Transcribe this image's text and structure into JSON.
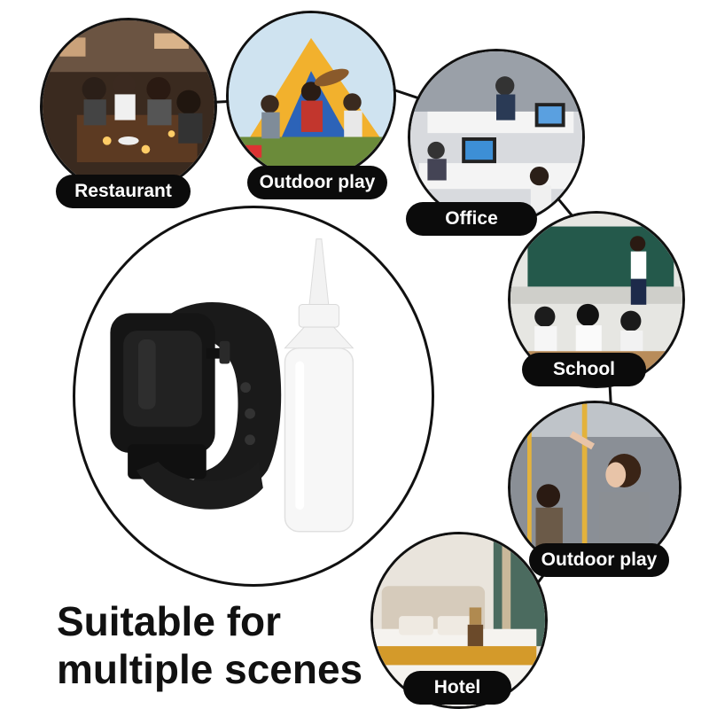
{
  "scenes": [
    {
      "label": "Restaurant"
    },
    {
      "label": "Outdoor play"
    },
    {
      "label": "Office"
    },
    {
      "label": "School"
    },
    {
      "label": "Outdoor play"
    },
    {
      "label": "Hotel"
    }
  ],
  "headline": {
    "line1": "Suitable for",
    "line2": "multiple scenes"
  },
  "colors": {
    "label_bg": "#0b0b0b",
    "label_text": "#ffffff",
    "outline": "#111111"
  },
  "product": {
    "items": [
      "wristband-device",
      "liquid-bottle"
    ]
  }
}
